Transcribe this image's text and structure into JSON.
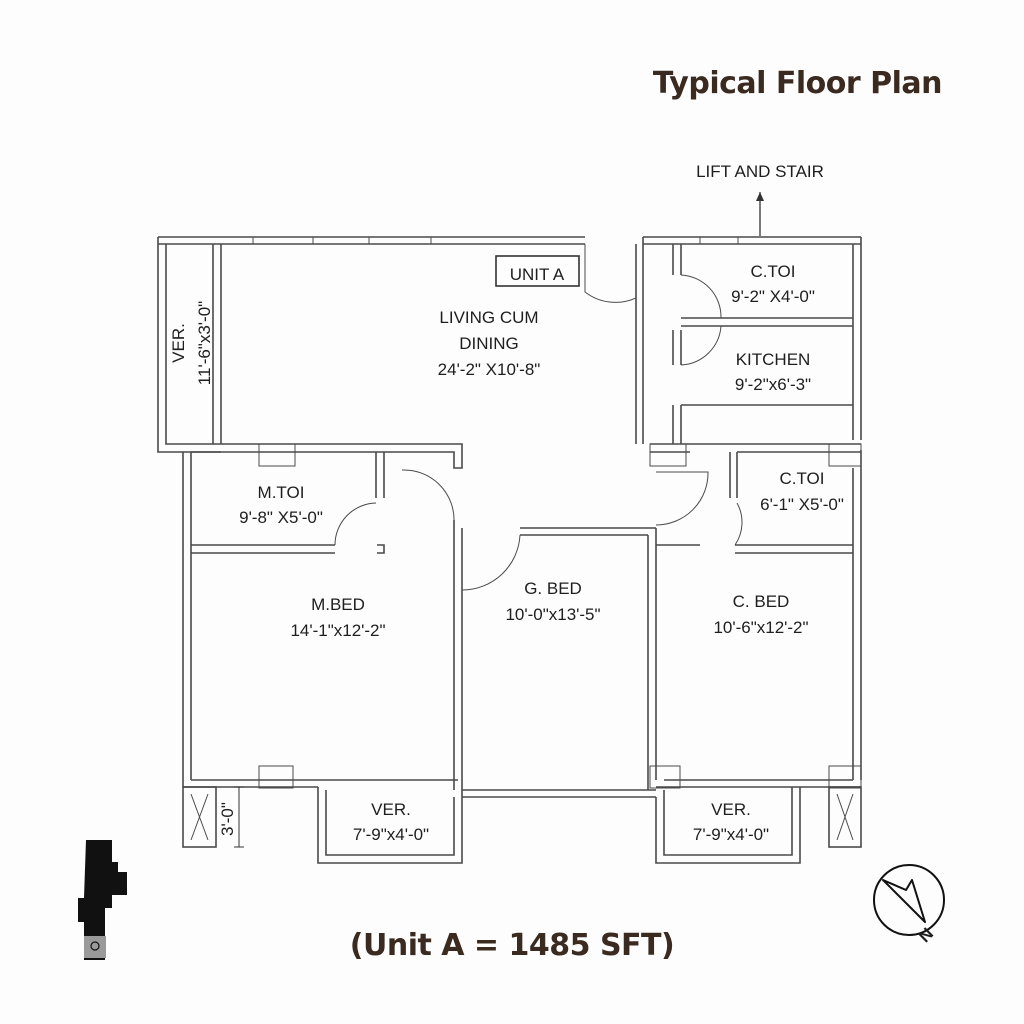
{
  "title": "Typical Floor Plan",
  "footer": "(Unit A = 1485 SFT)",
  "unit_label": "UNIT A",
  "lift_label": "LIFT AND STAIR",
  "ver_left": {
    "name": "VER.",
    "size": "11'-6\"x3'-0\""
  },
  "dimension_marker": "3'-0\"",
  "compass_label": "N",
  "rooms": {
    "living": {
      "name1": "LIVING CUM",
      "name2": "DINING",
      "size": "24'-2\" X10'-8\""
    },
    "ctoi_top": {
      "name": "C.TOI",
      "size": "9'-2\" X4'-0\""
    },
    "kitchen": {
      "name": "KITCHEN",
      "size": "9'-2\"x6'-3\""
    },
    "mtoi": {
      "name": "M.TOI",
      "size": "9'-8\" X5'-0\""
    },
    "ctoi_right": {
      "name": "C.TOI",
      "size": "6'-1\" X5'-0\""
    },
    "mbed": {
      "name": "M.BED",
      "size": "14'-1\"x12'-2\""
    },
    "gbed": {
      "name": "G. BED",
      "size": "10'-0\"x13'-5\""
    },
    "cbed": {
      "name": "C. BED",
      "size": "10'-6\"x12'-2\""
    },
    "ver_mid": {
      "name": "VER.",
      "size": "7'-9\"x4'-0\""
    },
    "ver_right": {
      "name": "VER.",
      "size": "7'-9\"x4'-0\""
    }
  }
}
